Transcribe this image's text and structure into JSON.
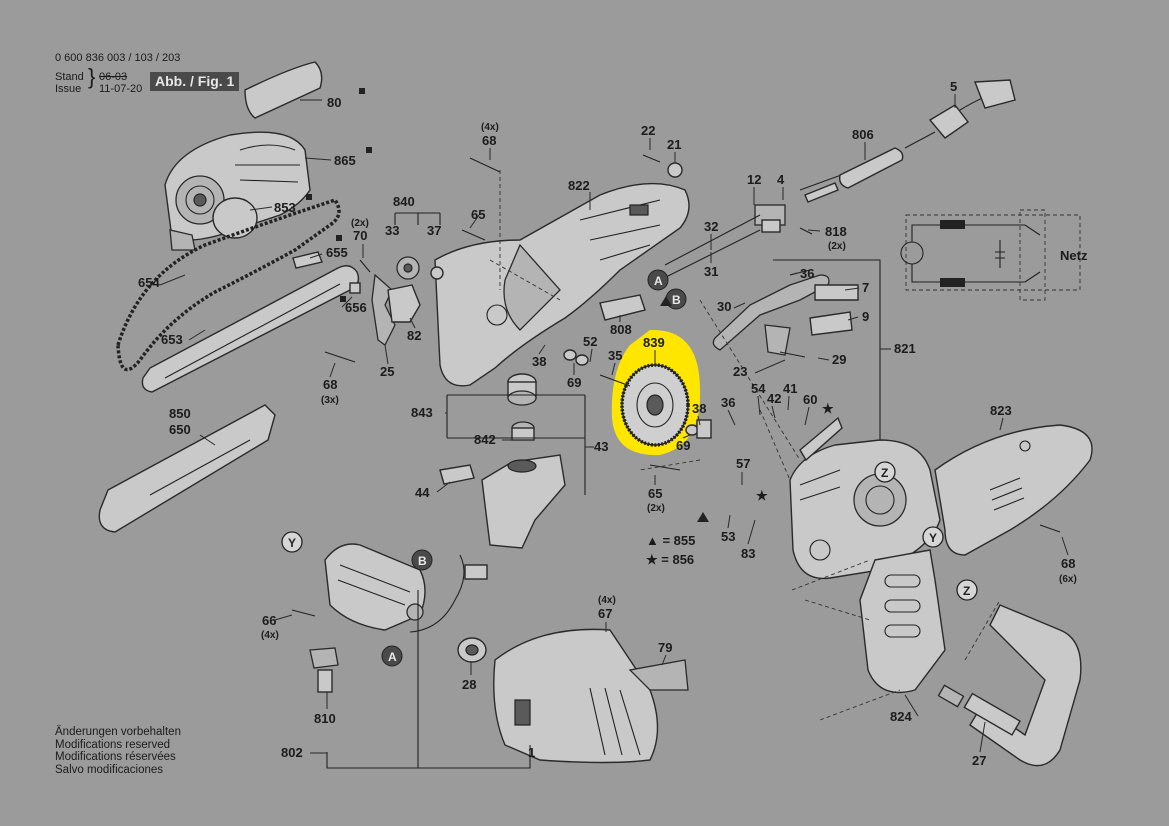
{
  "header": {
    "doc_number": "0 600 836 003 / 103 / 203",
    "stand_label": "Stand",
    "issue_label": "Issue",
    "stand_date": "06-03",
    "issue_date": "11-07-20",
    "figure_label": "Abb. / Fig. 1"
  },
  "notes": {
    "lines": [
      "Änderungen vorbehalten",
      "Modifications reserved",
      "Modifications réservées",
      "Salvo modificaciones"
    ]
  },
  "legend": {
    "triangle_text": "▲ = 855",
    "star_text": "★ = 856"
  },
  "highlight": {
    "part": "839",
    "color": "#ffe000"
  },
  "parts": {
    "p80": "80",
    "p865": "865",
    "p853": "853",
    "p654": "654",
    "p653": "653",
    "p68a": "68",
    "p68a_qty": "(4x)",
    "p822": "822",
    "p22": "22",
    "p21": "21",
    "p806": "806",
    "p5": "5",
    "p12": "12",
    "p4": "4",
    "p818": "818",
    "p818_qty": "(2x)",
    "p840": "840",
    "p33": "33",
    "p37": "37",
    "p65a": "65",
    "p70": "70",
    "p70_qty": "(2x)",
    "p655": "655",
    "p656": "656",
    "p82": "82",
    "p25": "25",
    "p68b": "68",
    "p68b_qty": "(3x)",
    "p32": "32",
    "p31": "31",
    "p808": "808",
    "p52": "52",
    "p35": "35",
    "p38a": "38",
    "p69a": "69",
    "p36a": "36",
    "p7": "7",
    "p30": "30",
    "p9": "9",
    "p821": "821",
    "p29": "29",
    "p23": "23",
    "p54": "54",
    "p41": "41",
    "p60": "60",
    "p42": "42",
    "p36b": "36",
    "p38b": "38",
    "p69b": "69",
    "p843": "843",
    "p842": "842",
    "p43": "43",
    "p44": "44",
    "p850": "850",
    "p650": "650",
    "p57": "57",
    "p65b": "65",
    "p65b_qty": "(2x)",
    "p53": "53",
    "p83": "83",
    "p823": "823",
    "p68c": "68",
    "p68c_qty": "(6x)",
    "p66": "66",
    "p66_qty": "(4x)",
    "p810": "810",
    "p802": "802",
    "p28": "28",
    "p67": "67",
    "p67_qty": "(4x)",
    "p79": "79",
    "p1": "1",
    "p824": "824",
    "p27": "27",
    "netz": "Netz"
  },
  "callouts": {
    "A": "A",
    "B": "B",
    "Y": "Y",
    "Z": "Z"
  }
}
